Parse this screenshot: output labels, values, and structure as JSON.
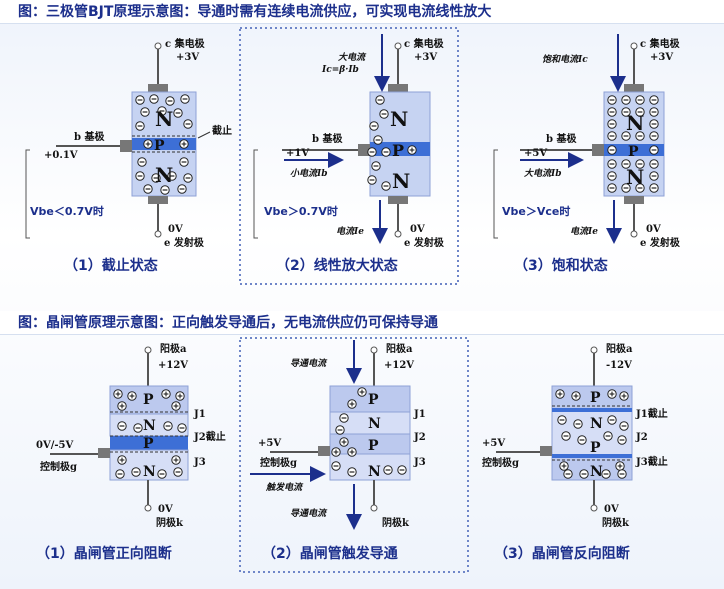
{
  "top_title": "图：三极管BJT原理示意图：导通时需有连续电流供应，可实现电流线性放大",
  "bottom_title": "图：晶闸管原理示意图：正向触发导通后，无电流供应仍可保持导通",
  "bjt": [
    {
      "caption": "（1）截止状态",
      "collector_label": "c 集电极",
      "collector_v": "+3V",
      "base_label": "b 基极",
      "base_v": "+0.1V",
      "emitter_v": "0V",
      "emitter_label": "e 发射极",
      "cutoff_label": "截止",
      "vbe_label": "Vbe＜0.7V时",
      "region_n": "N",
      "region_p": "P"
    },
    {
      "caption": "（2）线性放大状态",
      "collector_label": "c 集电极",
      "collector_v": "+3V",
      "big_current": "大电流",
      "ic_formula": "Ic=β·Ib",
      "base_label": "b 基极",
      "base_v": "+1V",
      "small_current": "小电流Ib",
      "emitter_v": "0V",
      "emitter_current": "电流Ie",
      "emitter_label": "e 发射极",
      "vbe_label": "Vbe＞0.7V时",
      "region_n": "N",
      "region_p": "P"
    },
    {
      "caption": "（3）饱和状态",
      "collector_label": "c 集电极",
      "collector_v": "+3V",
      "sat_current": "饱和电流Ic",
      "base_label": "b 基极",
      "base_v": "+5V",
      "big_current_ib": "大电流Ib",
      "emitter_v": "0V",
      "emitter_current": "电流Ie",
      "emitter_label": "e 发射极",
      "vbe_label": "Vbe＞Vce时",
      "region_n": "N",
      "region_p": "P"
    }
  ],
  "scr": [
    {
      "caption": "（1）晶闸管正向阻断",
      "anode_label": "阳极a",
      "anode_v": "+12V",
      "gate_v": "0V/-5V",
      "gate_label": "控制极g",
      "j1": "J1",
      "j2": "J2截止",
      "j3": "J3",
      "cathode_v": "0V",
      "cathode_label": "阴极k",
      "layers": [
        "P",
        "N",
        "P",
        "N"
      ]
    },
    {
      "caption": "（2）晶闸管触发导通",
      "anode_label": "阳极a",
      "anode_v": "+12V",
      "conduct_current": "导通电流",
      "gate_v": "+5V",
      "gate_label": "控制极g",
      "trigger_current": "触发电流",
      "j1": "J1",
      "j2": "J2",
      "j3": "J3",
      "cathode_current": "导通电流",
      "cathode_label": "阴极k",
      "layers": [
        "P",
        "N",
        "P",
        "N"
      ]
    },
    {
      "caption": "（3）晶闸管反向阻断",
      "anode_label": "阳极a",
      "anode_v": "-12V",
      "gate_v": "+5V",
      "gate_label": "控制极g",
      "j1": "J1截止",
      "j2": "J2",
      "j3": "J3截止",
      "cathode_v": "0V",
      "cathode_label": "阴极k",
      "layers": [
        "P",
        "N",
        "P",
        "N"
      ]
    }
  ]
}
